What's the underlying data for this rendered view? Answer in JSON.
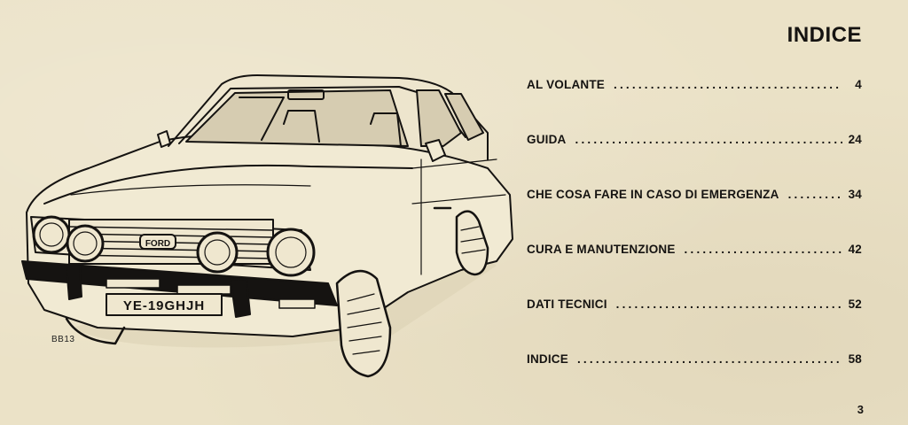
{
  "page": {
    "title": "INDICE",
    "figure_code": "BB13",
    "page_number": "3"
  },
  "car": {
    "grille_badge": "FORD",
    "plate": "YE-19GHJH"
  },
  "toc": [
    {
      "label": "AL  VOLANTE",
      "page": "4"
    },
    {
      "label": "GUIDA",
      "page": "24"
    },
    {
      "label": "CHE COSA FARE IN CASO DI EMERGENZA",
      "page": "34"
    },
    {
      "label": "CURA  E  MANUTENZIONE",
      "page": "42"
    },
    {
      "label": "DATI  TECNICI",
      "page": "52"
    },
    {
      "label": "INDICE",
      "page": "58"
    }
  ],
  "colors": {
    "paper": "#ebe2c7",
    "ink": "#151311"
  }
}
